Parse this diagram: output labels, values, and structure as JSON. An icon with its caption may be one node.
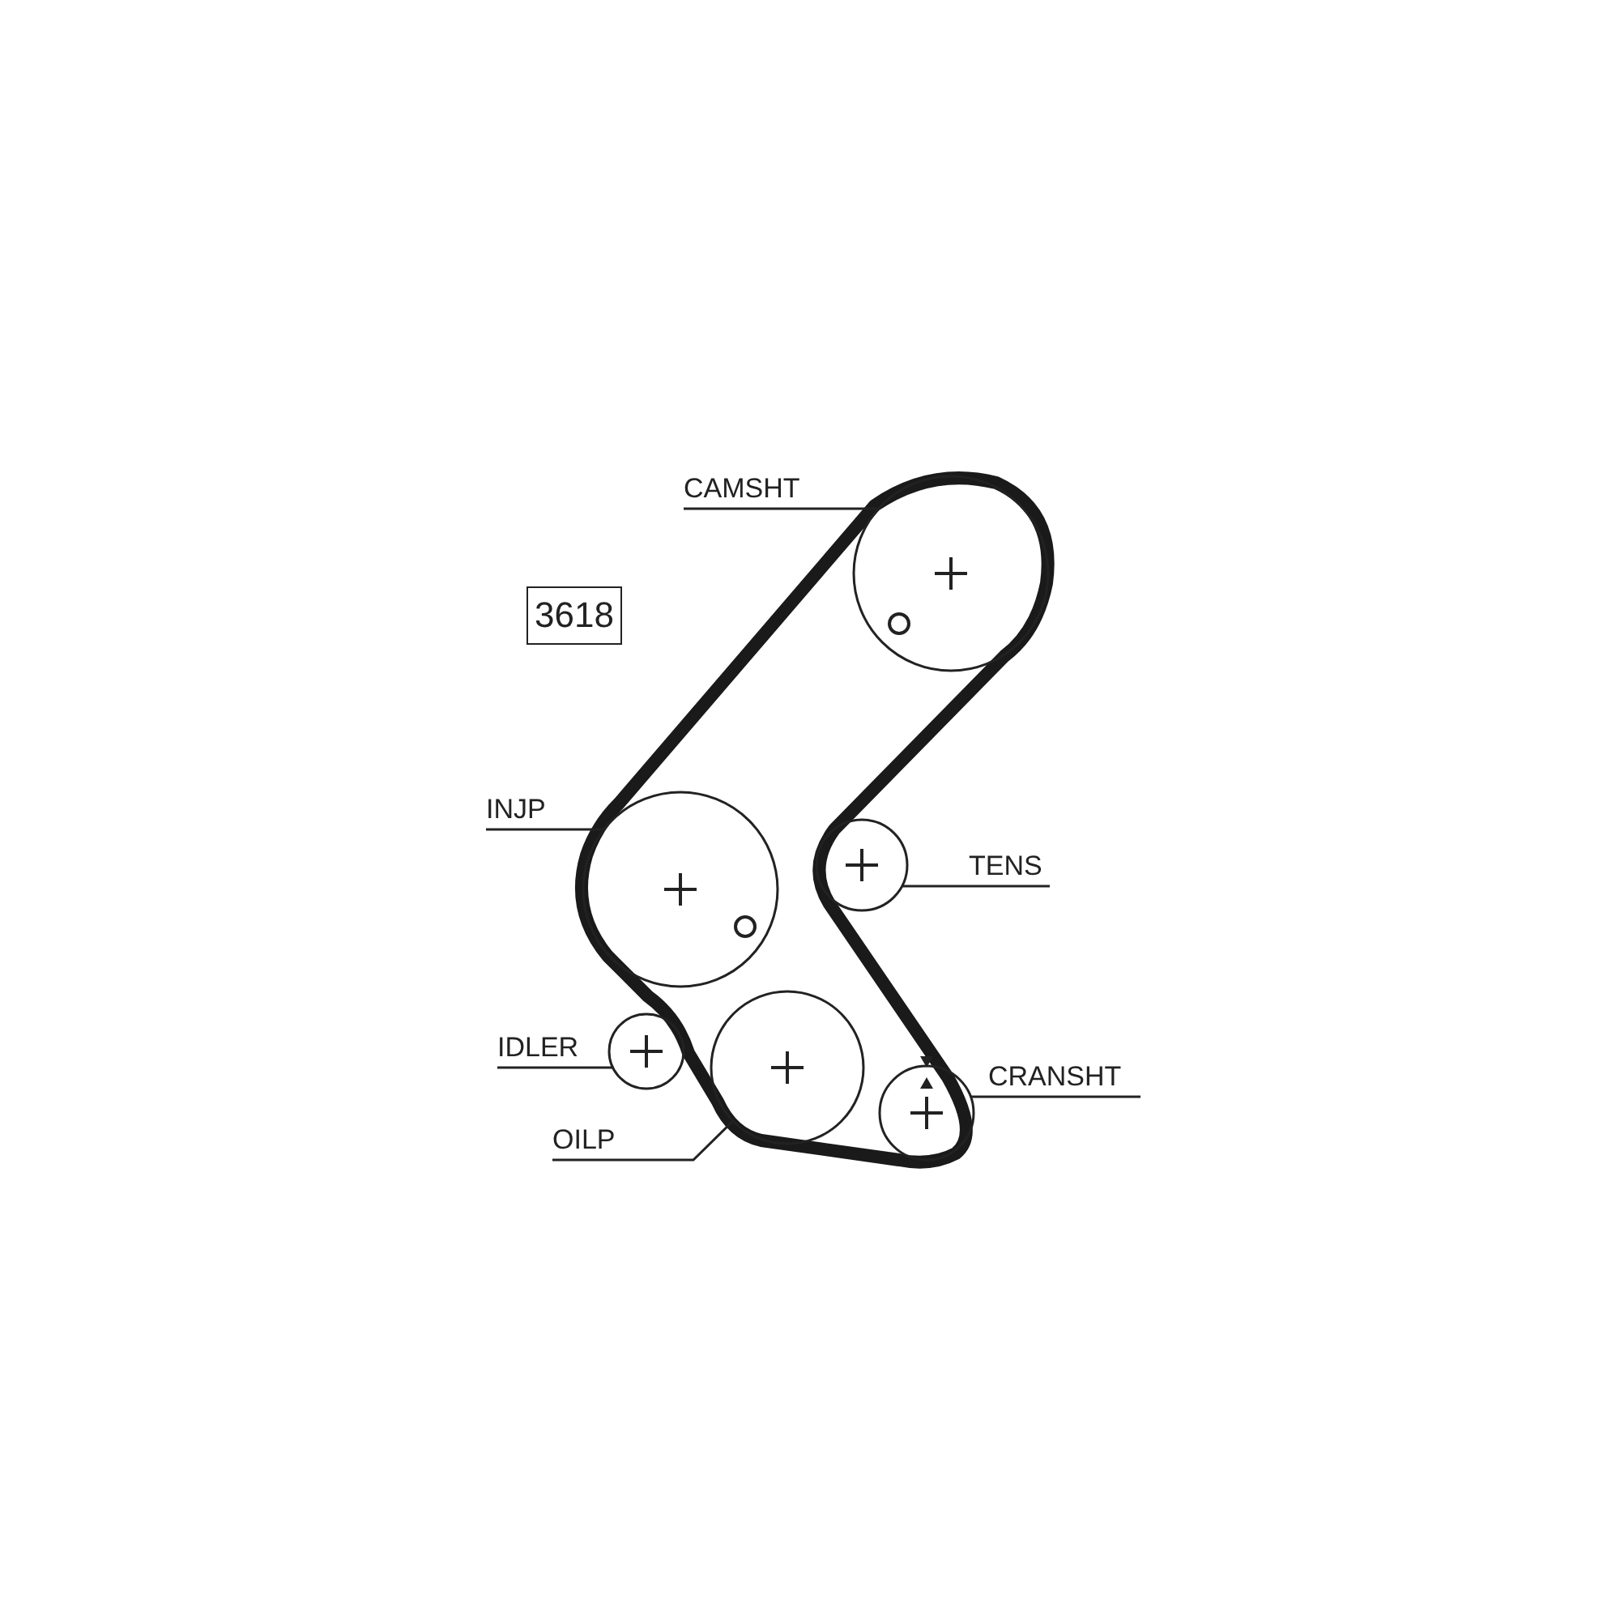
{
  "diagram": {
    "nodes": [
      {
        "text": [
          "CAMSHT"
        ]
      },
      {
        "text": [],
        "shape": "circle"
      },
      {
        "text": [
          "INJP"
        ]
      },
      {
        "text": [],
        "shape": "circle"
      },
      {
        "text": [
          "TENS"
        ]
      },
      {
        "text": [],
        "shape": "circle"
      },
      {
        "text": [
          "IDLER"
        ]
      },
      {
        "text": [],
        "shape": "circle"
      },
      {
        "text": [
          "CRANSHT"
        ]
      },
      {
        "text": [],
        "shape": "circle"
      },
      {
        "text": [
          "OILP"
        ]
      },
      {
        "text": [],
        "shape": "circle"
      }
    ],
    "edges": [
      {
        "from": 0,
        "to": 1,
        "arrow": "none"
      },
      {
        "from": 2,
        "to": 3,
        "arrow": "none"
      },
      {
        "from": 4,
        "to": 5,
        "arrow": "none"
      },
      {
        "from": 6,
        "to": 7,
        "arrow": "none"
      },
      {
        "from": 8,
        "to": 9,
        "arrow": "none"
      },
      {
        "from": 10,
        "to": 11,
        "arrow": "none"
      }
    ],
    "labels": [
      "3618"
    ]
  }
}
